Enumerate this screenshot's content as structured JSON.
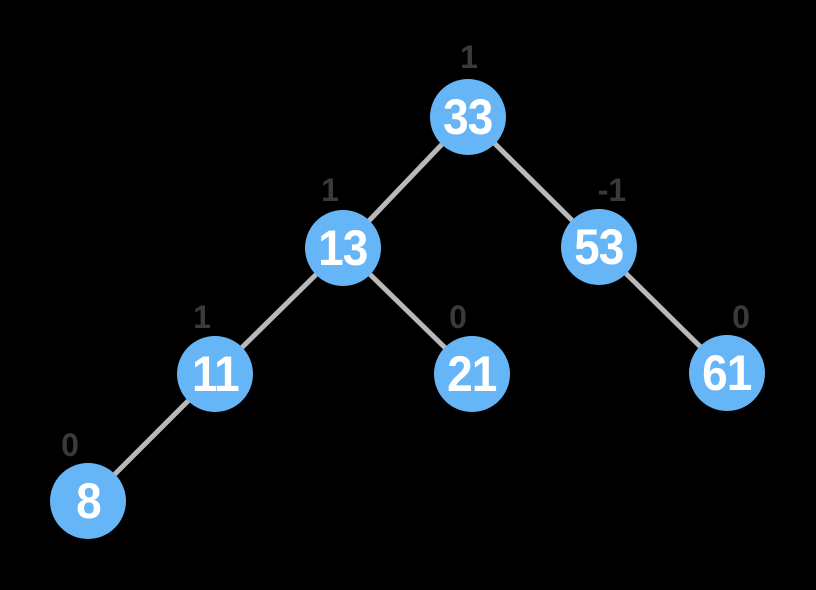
{
  "diagram": {
    "kind": "avl-binary-tree",
    "colors": {
      "background": "#000000",
      "node-fill": "#66b5f6",
      "node-text": "#ffffff",
      "edge": "#b9b9b9",
      "balance-text": "#3a3a3a"
    },
    "nodes": [
      {
        "value": "33",
        "balance": "1"
      },
      {
        "value": "13",
        "balance": "1"
      },
      {
        "value": "53",
        "balance": "-1"
      },
      {
        "value": "11",
        "balance": "1"
      },
      {
        "value": "21",
        "balance": "0"
      },
      {
        "value": "61",
        "balance": "0"
      },
      {
        "value": "8",
        "balance": "0"
      }
    ],
    "edges": [
      {
        "from": "33",
        "to": "13"
      },
      {
        "from": "33",
        "to": "53"
      },
      {
        "from": "13",
        "to": "11"
      },
      {
        "from": "13",
        "to": "21"
      },
      {
        "from": "53",
        "to": "61"
      },
      {
        "from": "11",
        "to": "8"
      }
    ]
  }
}
